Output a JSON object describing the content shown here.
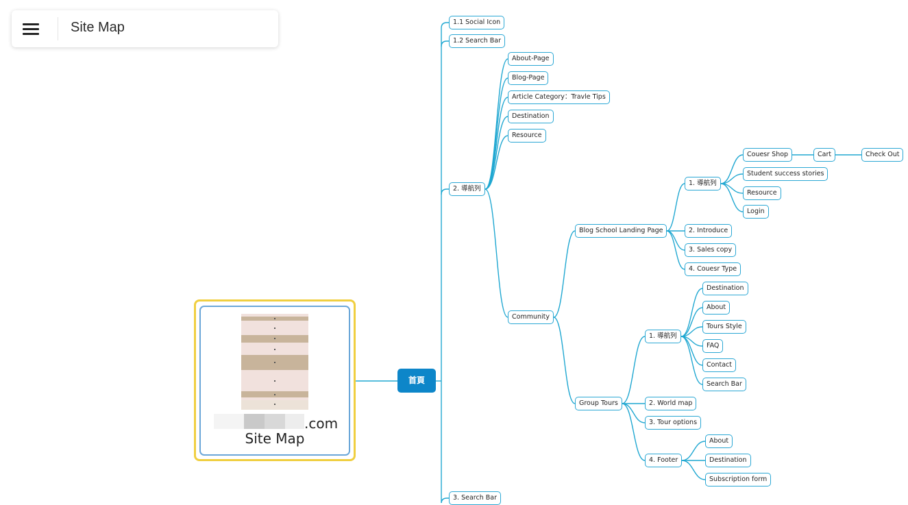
{
  "header": {
    "title": "Site Map"
  },
  "card": {
    "domain_suffix": ".com",
    "title": "Site Map"
  },
  "root": {
    "label": "首頁"
  },
  "colors": {
    "link": "#1fa7d1",
    "node_border": "#2aa7d4",
    "root_fill": "#0d86c9",
    "card_frame": "#f0cf40"
  },
  "tree": {
    "label": "首頁",
    "children": [
      {
        "label": "1.1 Social Icon"
      },
      {
        "label": "1.2 Search Bar"
      },
      {
        "label": "2. 導航列",
        "children": [
          {
            "label": "About-Page"
          },
          {
            "label": "Blog-Page"
          },
          {
            "label": "Article Category：Travle Tips"
          },
          {
            "label": "Destination"
          },
          {
            "label": "Resource"
          },
          {
            "label": "Community",
            "children": [
              {
                "label": "Blog School Landing Page",
                "children": [
                  {
                    "label": "1. 導航列",
                    "children": [
                      {
                        "label": "Couesr Shop",
                        "children": [
                          {
                            "label": "Cart",
                            "children": [
                              {
                                "label": "Check Out"
                              }
                            ]
                          }
                        ]
                      },
                      {
                        "label": "Student success stories"
                      },
                      {
                        "label": "Resource"
                      },
                      {
                        "label": "Login"
                      }
                    ]
                  },
                  {
                    "label": "2. Introduce"
                  },
                  {
                    "label": "3. Sales copy"
                  },
                  {
                    "label": "4. Couesr Type"
                  }
                ]
              },
              {
                "label": "Group Tours",
                "children": [
                  {
                    "label": "1. 導航列",
                    "children": [
                      {
                        "label": "Destination"
                      },
                      {
                        "label": "About"
                      },
                      {
                        "label": "Tours Style"
                      },
                      {
                        "label": "FAQ"
                      },
                      {
                        "label": "Contact"
                      },
                      {
                        "label": "Search Bar"
                      }
                    ]
                  },
                  {
                    "label": "2. World map"
                  },
                  {
                    "label": "3. Tour options"
                  },
                  {
                    "label": "4. Footer",
                    "children": [
                      {
                        "label": "About"
                      },
                      {
                        "label": "Destination"
                      },
                      {
                        "label": "Subscription form"
                      }
                    ]
                  }
                ]
              }
            ]
          }
        ]
      },
      {
        "label": "3. Search Bar"
      }
    ]
  }
}
